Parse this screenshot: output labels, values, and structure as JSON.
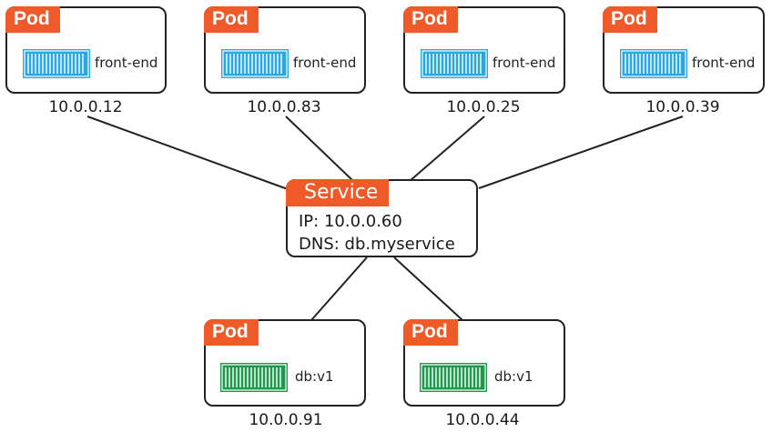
{
  "frontend_pods": [
    {
      "tag": "Pod",
      "container": "front-end",
      "ip": "10.0.0.12"
    },
    {
      "tag": "Pod",
      "container": "front-end",
      "ip": "10.0.0.83"
    },
    {
      "tag": "Pod",
      "container": "front-end",
      "ip": "10.0.0.25"
    },
    {
      "tag": "Pod",
      "container": "front-end",
      "ip": "10.0.0.39"
    }
  ],
  "service": {
    "tag": "Service",
    "ip_line": "IP: 10.0.0.60",
    "dns_line": "DNS: db.myservice"
  },
  "db_pods": [
    {
      "tag": "Pod",
      "container": "db:v1",
      "ip": "10.0.0.91"
    },
    {
      "tag": "Pod",
      "container": "db:v1",
      "ip": "10.0.0.44"
    }
  ],
  "colors": {
    "tag": "#ef5a28",
    "frontend_container": "#29a8e0",
    "db_container": "#1f9a4c",
    "border": "#222222"
  },
  "icons": {
    "frontend_container": "shipping-container-icon",
    "db_container": "shipping-container-icon"
  }
}
